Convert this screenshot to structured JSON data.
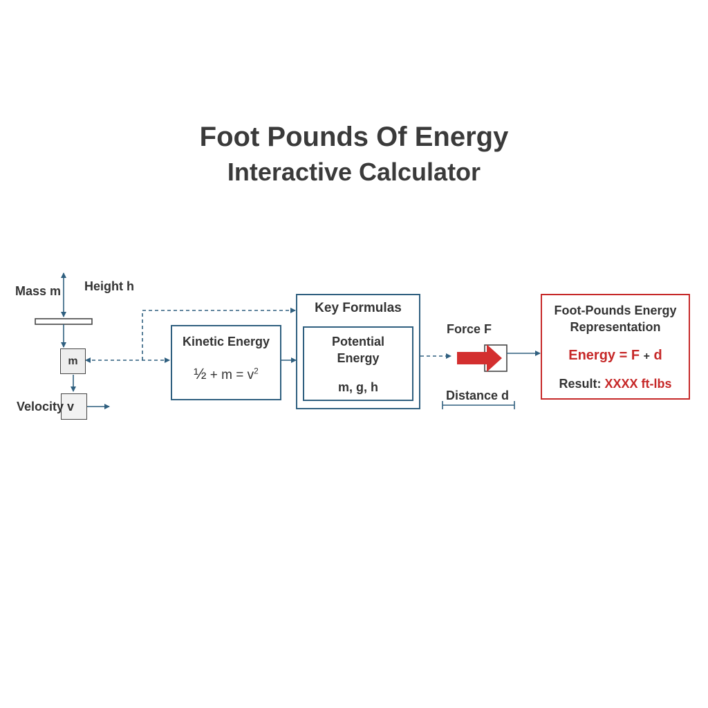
{
  "title": "Foot Pounds Of Energy",
  "subtitle": "Interactive Calculator",
  "inputs": {
    "mass_label": "Mass m",
    "height_label": "Height h",
    "mass_block_label": "m",
    "velocity_label": "Velocity v"
  },
  "kinetic": {
    "title": "Kinetic Energy",
    "formula_fraction": "½",
    "formula_rest": " + m = v",
    "formula_exp": "2"
  },
  "key_formulas": {
    "title": "Key Formulas",
    "potential_title_line1": "Potential",
    "potential_title_line2": "Energy",
    "potential_vars": "m, g, h"
  },
  "work": {
    "force_label": "Force F",
    "distance_label": "Distance d"
  },
  "result": {
    "title_line1": "Foot-Pounds Energy",
    "title_line2": "Representation",
    "energy_prefix": "Energy = F ",
    "energy_op": "+",
    "energy_suffix": " d",
    "result_label": "Result: ",
    "result_value": "XXXX ft-lbs"
  },
  "colors": {
    "line_blue": "#2f5f7f",
    "accent_red": "#c62828",
    "text_dark": "#333333"
  }
}
